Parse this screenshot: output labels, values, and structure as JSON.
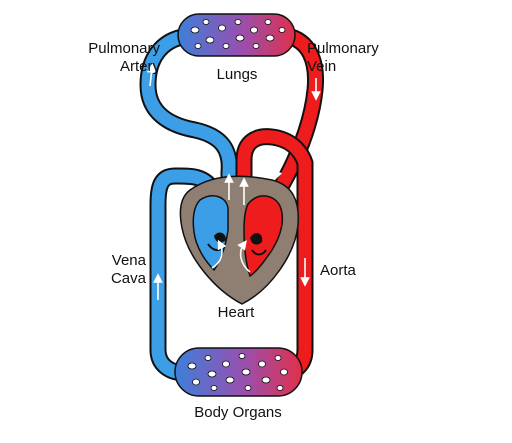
{
  "labels": {
    "pulmonary_artery": [
      "Pulmonary",
      "Artery"
    ],
    "pulmonary_vein": [
      "Pulmonary",
      "Vein"
    ],
    "lungs": "Lungs",
    "vena_cava": [
      "Vena",
      "Cava"
    ],
    "aorta": "Aorta",
    "heart": "Heart",
    "body_organs": "Body Organs"
  },
  "colors": {
    "deoxygenated": "#3d9ee8",
    "oxygenated": "#ee1c1c",
    "outline": "#111111",
    "heart_wall": "#8f7f72",
    "flow_arrow": "#ffffff",
    "capillary_left": "#3d7fd9",
    "capillary_right": "#e0304a"
  }
}
